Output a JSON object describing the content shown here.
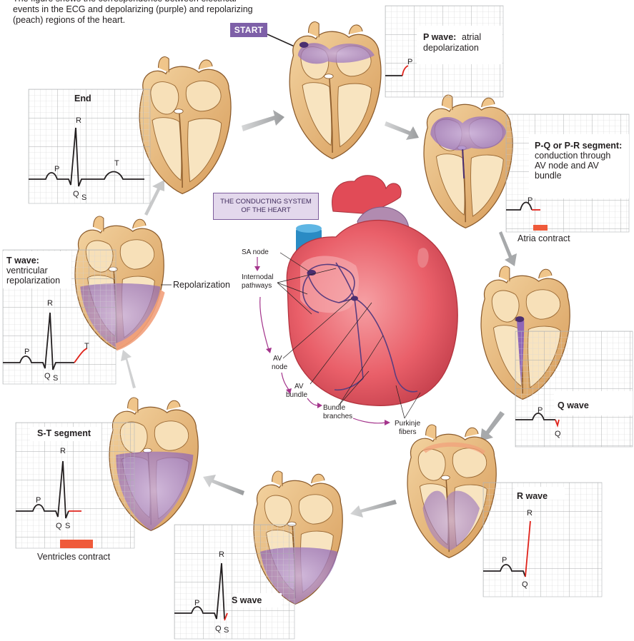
{
  "caption": "The figure shows the correspondence between electrical events in the ECG and depolarizing (purple) and repolarizing (peach) regions of the heart.",
  "start_label": "START",
  "center": {
    "box_line1": "THE CONDUCTING SYSTEM",
    "box_line2": "OF THE HEART",
    "sa_node": "SA node",
    "internodal_1": "Internodal",
    "internodal_2": "pathways",
    "av_node_1": "AV",
    "av_node_2": "node",
    "av_bundle_1": "AV",
    "av_bundle_2": "bundle",
    "bundle_1": "Bundle",
    "bundle_2": "branches",
    "purkinje_1": "Purkinje",
    "purkinje_2": "fibers"
  },
  "panels": {
    "p_wave": {
      "title": "P wave:",
      "desc1": "atrial",
      "desc2": "depolarization"
    },
    "pq": {
      "title1": "P-Q or P-R segment:",
      "desc1": "conduction through",
      "desc2": "AV node and AV",
      "desc3": "bundle",
      "note": "Atria contract"
    },
    "q_wave": {
      "title": "Q wave"
    },
    "r_wave": {
      "title": "R wave"
    },
    "s_wave": {
      "title": "S wave"
    },
    "st": {
      "title": "S-T segment",
      "note": "Ventricles contract"
    },
    "t_wave": {
      "title1": "T wave:",
      "desc1": "ventricular",
      "desc2": "repolarization",
      "repol": "Repolarization"
    },
    "end": {
      "title": "End"
    }
  },
  "wave_letters": {
    "p": "P",
    "q": "Q",
    "r": "R",
    "s": "S",
    "t": "T"
  },
  "colors": {
    "depolarizing": "#9a76bf",
    "repolarizing": "#f2a07b",
    "highlight_trace": "#e0231b",
    "grid": "#c9cacc",
    "myocardium": "#e9bf86",
    "heart_red": "#e65a66",
    "conduction": "#6b4c8f",
    "start_box": "#7e60a8"
  },
  "icons": [
    "heart-cross-section-icon",
    "conducting-system-heart-icon",
    "cycle-arrow-icon"
  ]
}
